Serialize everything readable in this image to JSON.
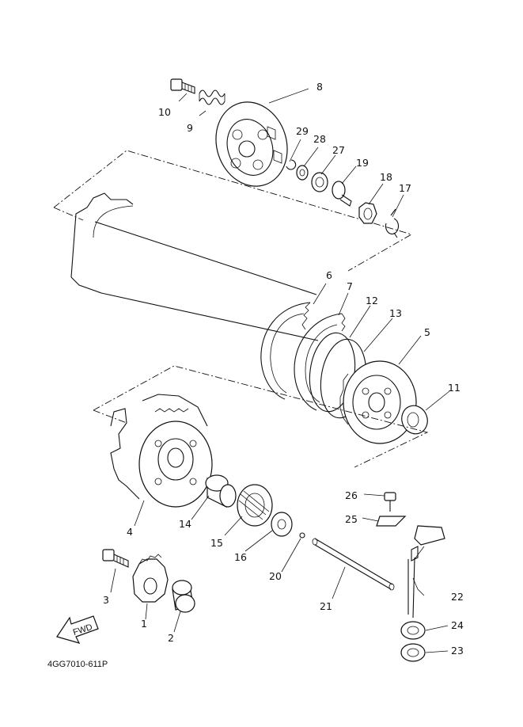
{
  "diagram": {
    "part_code": "4GG7010-611P",
    "fwd_label": "FWD",
    "callouts": [
      {
        "id": "c10",
        "label": "10"
      },
      {
        "id": "c9",
        "label": "9"
      },
      {
        "id": "c8",
        "label": "8"
      },
      {
        "id": "c29",
        "label": "29"
      },
      {
        "id": "c28",
        "label": "28"
      },
      {
        "id": "c27",
        "label": "27"
      },
      {
        "id": "c19",
        "label": "19"
      },
      {
        "id": "c18",
        "label": "18"
      },
      {
        "id": "c17",
        "label": "17"
      },
      {
        "id": "c6",
        "label": "6"
      },
      {
        "id": "c7",
        "label": "7"
      },
      {
        "id": "c12",
        "label": "12"
      },
      {
        "id": "c13",
        "label": "13"
      },
      {
        "id": "c5",
        "label": "5"
      },
      {
        "id": "c11",
        "label": "11"
      },
      {
        "id": "c4",
        "label": "4"
      },
      {
        "id": "c14",
        "label": "14"
      },
      {
        "id": "c15",
        "label": "15"
      },
      {
        "id": "c16",
        "label": "16"
      },
      {
        "id": "c20",
        "label": "20"
      },
      {
        "id": "c26",
        "label": "26"
      },
      {
        "id": "c25",
        "label": "25"
      },
      {
        "id": "c22",
        "label": "22"
      },
      {
        "id": "c21",
        "label": "21"
      },
      {
        "id": "c3",
        "label": "3"
      },
      {
        "id": "c1",
        "label": "1"
      },
      {
        "id": "c2",
        "label": "2"
      },
      {
        "id": "c24",
        "label": "24"
      },
      {
        "id": "c23",
        "label": "23"
      }
    ]
  }
}
